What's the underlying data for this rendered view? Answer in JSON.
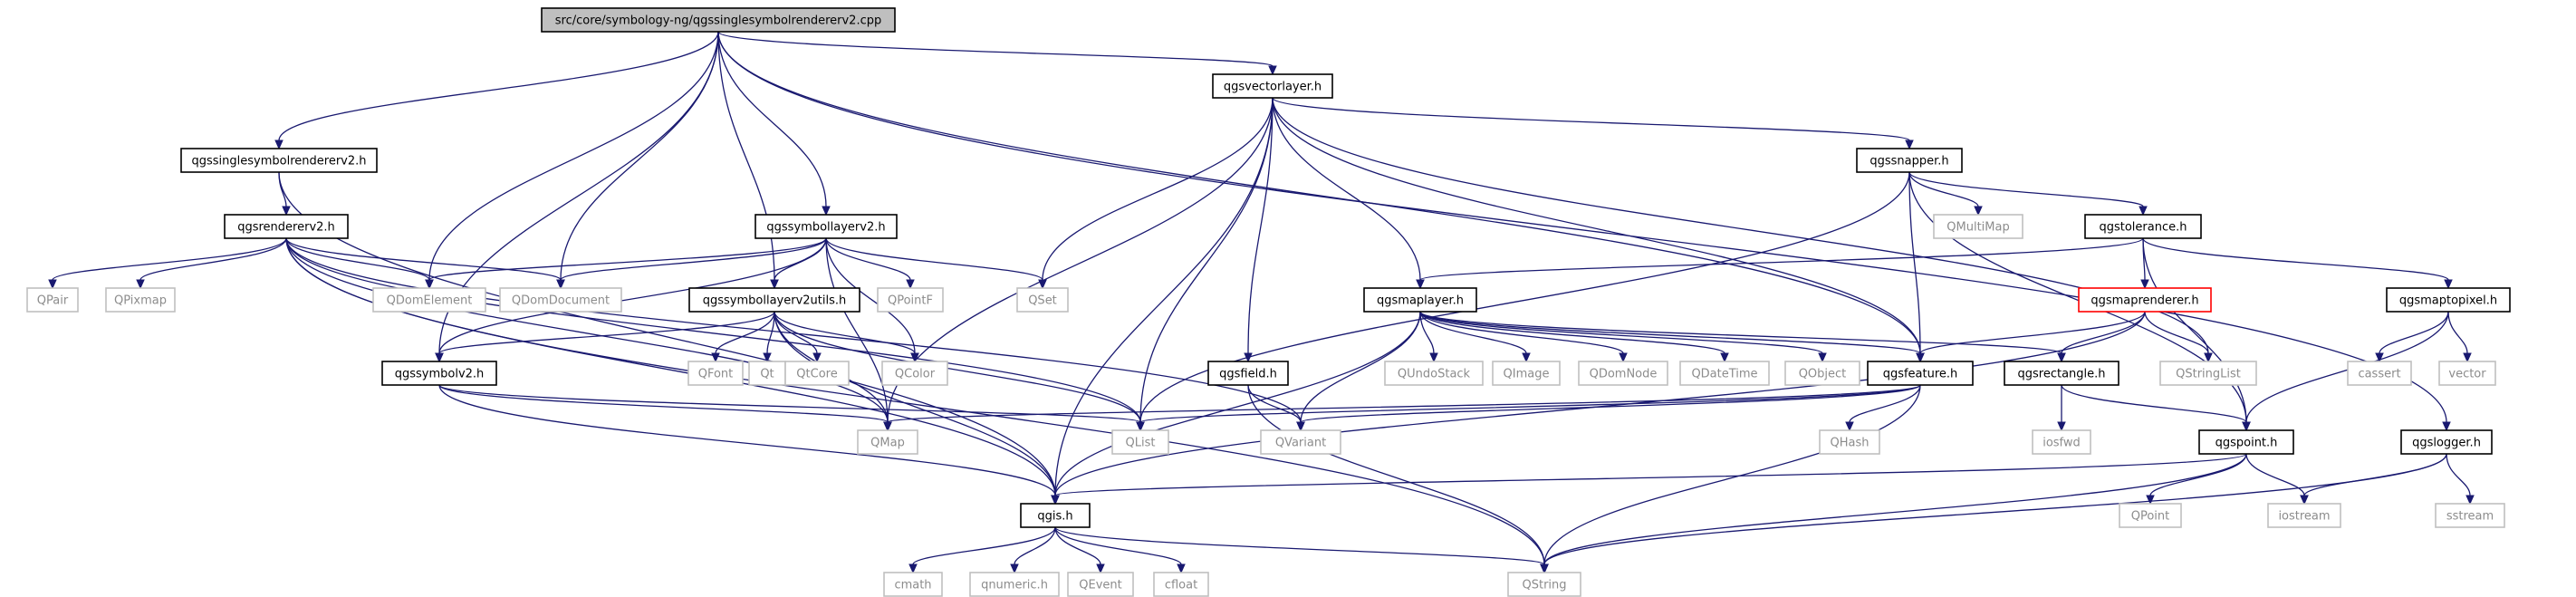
{
  "diagram": {
    "nodes": [
      {
        "id": "root",
        "label": "src/core/symbology-ng/qgssinglesymbolrendererv2.cpp",
        "kind": "root"
      },
      {
        "id": "qgssinglesymbolrendererv2",
        "label": "qgssinglesymbolrendererv2.h",
        "kind": "project"
      },
      {
        "id": "qgsrendererv2",
        "label": "qgsrendererv2.h",
        "kind": "project"
      },
      {
        "id": "qgssymbollayerv2",
        "label": "qgssymbollayerv2.h",
        "kind": "project"
      },
      {
        "id": "qgssymbollayerv2utils",
        "label": "qgssymbollayerv2utils.h",
        "kind": "project"
      },
      {
        "id": "qgssymbolv2",
        "label": "qgssymbolv2.h",
        "kind": "project"
      },
      {
        "id": "qgsvectorlayer",
        "label": "qgsvectorlayer.h",
        "kind": "project"
      },
      {
        "id": "qgssnapper",
        "label": "qgssnapper.h",
        "kind": "project"
      },
      {
        "id": "qgsmaplayer",
        "label": "qgsmaplayer.h",
        "kind": "project"
      },
      {
        "id": "qgsfield",
        "label": "qgsfield.h",
        "kind": "project"
      },
      {
        "id": "qgstolerance",
        "label": "qgstolerance.h",
        "kind": "project"
      },
      {
        "id": "qgsmaprenderer",
        "label": "qgsmaprenderer.h",
        "kind": "special"
      },
      {
        "id": "qgsmaptopixel",
        "label": "qgsmaptopixel.h",
        "kind": "project"
      },
      {
        "id": "qgsfeature",
        "label": "qgsfeature.h",
        "kind": "project"
      },
      {
        "id": "qgsrectangle",
        "label": "qgsrectangle.h",
        "kind": "project"
      },
      {
        "id": "qgspoint",
        "label": "qgspoint.h",
        "kind": "project"
      },
      {
        "id": "qgslogger",
        "label": "qgslogger.h",
        "kind": "project"
      },
      {
        "id": "qgis",
        "label": "qgis.h",
        "kind": "project"
      },
      {
        "id": "QPair",
        "label": "QPair",
        "kind": "external"
      },
      {
        "id": "QPixmap",
        "label": "QPixmap",
        "kind": "external"
      },
      {
        "id": "QDomElement",
        "label": "QDomElement",
        "kind": "external"
      },
      {
        "id": "QDomDocument",
        "label": "QDomDocument",
        "kind": "external"
      },
      {
        "id": "QPointF",
        "label": "QPointF",
        "kind": "external"
      },
      {
        "id": "QSet",
        "label": "QSet",
        "kind": "external"
      },
      {
        "id": "QFont",
        "label": "QFont",
        "kind": "external"
      },
      {
        "id": "Qt",
        "label": "Qt",
        "kind": "external"
      },
      {
        "id": "QtCore",
        "label": "QtCore",
        "kind": "external"
      },
      {
        "id": "QColor",
        "label": "QColor",
        "kind": "external"
      },
      {
        "id": "QMap",
        "label": "QMap",
        "kind": "external"
      },
      {
        "id": "QList",
        "label": "QList",
        "kind": "external"
      },
      {
        "id": "QVariant",
        "label": "QVariant",
        "kind": "external"
      },
      {
        "id": "QMultiMap",
        "label": "QMultiMap",
        "kind": "external"
      },
      {
        "id": "QUndoStack",
        "label": "QUndoStack",
        "kind": "external"
      },
      {
        "id": "QImage",
        "label": "QImage",
        "kind": "external"
      },
      {
        "id": "QDomNode",
        "label": "QDomNode",
        "kind": "external"
      },
      {
        "id": "QDateTime",
        "label": "QDateTime",
        "kind": "external"
      },
      {
        "id": "QObject",
        "label": "QObject",
        "kind": "external"
      },
      {
        "id": "QStringList",
        "label": "QStringList",
        "kind": "external"
      },
      {
        "id": "cassert",
        "label": "cassert",
        "kind": "external"
      },
      {
        "id": "vector",
        "label": "vector",
        "kind": "external"
      },
      {
        "id": "QHash",
        "label": "QHash",
        "kind": "external"
      },
      {
        "id": "iosfwd",
        "label": "iosfwd",
        "kind": "external"
      },
      {
        "id": "QPoint",
        "label": "QPoint",
        "kind": "external"
      },
      {
        "id": "iostream",
        "label": "iostream",
        "kind": "external"
      },
      {
        "id": "sstream",
        "label": "sstream",
        "kind": "external"
      },
      {
        "id": "cmath",
        "label": "cmath",
        "kind": "external"
      },
      {
        "id": "qnumeric",
        "label": "qnumeric.h",
        "kind": "external"
      },
      {
        "id": "QEvent",
        "label": "QEvent",
        "kind": "external"
      },
      {
        "id": "cfloat",
        "label": "cfloat",
        "kind": "external"
      },
      {
        "id": "QString",
        "label": "QString",
        "kind": "external"
      }
    ],
    "edges": [
      [
        "root",
        "qgssinglesymbolrendererv2"
      ],
      [
        "root",
        "QDomElement"
      ],
      [
        "root",
        "QDomDocument"
      ],
      [
        "root",
        "qgssymbollayerv2"
      ],
      [
        "root",
        "qgssymbollayerv2utils"
      ],
      [
        "root",
        "qgssymbolv2"
      ],
      [
        "root",
        "qgsvectorlayer"
      ],
      [
        "root",
        "qgsfeature"
      ],
      [
        "root",
        "qgslogger"
      ],
      [
        "qgssinglesymbolrendererv2",
        "qgsrendererv2"
      ],
      [
        "qgssinglesymbolrendererv2",
        "qgis"
      ],
      [
        "qgsrendererv2",
        "QPair"
      ],
      [
        "qgsrendererv2",
        "QPixmap"
      ],
      [
        "qgsrendererv2",
        "QDomElement"
      ],
      [
        "qgsrendererv2",
        "QDomDocument"
      ],
      [
        "qgsrendererv2",
        "QMap"
      ],
      [
        "qgsrendererv2",
        "QList"
      ],
      [
        "qgsrendererv2",
        "QVariant"
      ],
      [
        "qgsrendererv2",
        "qgis"
      ],
      [
        "qgsrendererv2",
        "QString"
      ],
      [
        "qgssymbollayerv2",
        "QDomElement"
      ],
      [
        "qgssymbollayerv2",
        "QDomDocument"
      ],
      [
        "qgssymbollayerv2",
        "qgssymbollayerv2utils"
      ],
      [
        "qgssymbollayerv2",
        "qgssymbolv2"
      ],
      [
        "qgssymbollayerv2",
        "QPointF"
      ],
      [
        "qgssymbollayerv2",
        "QSet"
      ],
      [
        "qgssymbollayerv2",
        "QColor"
      ],
      [
        "qgssymbollayerv2",
        "QMap"
      ],
      [
        "qgssymbollayerv2utils",
        "qgssymbolv2"
      ],
      [
        "qgssymbollayerv2utils",
        "QFont"
      ],
      [
        "qgssymbollayerv2utils",
        "Qt"
      ],
      [
        "qgssymbollayerv2utils",
        "QtCore"
      ],
      [
        "qgssymbollayerv2utils",
        "QColor"
      ],
      [
        "qgssymbollayerv2utils",
        "QMap"
      ],
      [
        "qgssymbollayerv2utils",
        "qgis"
      ],
      [
        "qgssymbollayerv2utils",
        "QList"
      ],
      [
        "qgssymbolv2",
        "QMap"
      ],
      [
        "qgssymbolv2",
        "QList"
      ],
      [
        "qgssymbolv2",
        "qgis"
      ],
      [
        "qgsvectorlayer",
        "QSet"
      ],
      [
        "qgsvectorlayer",
        "QMap"
      ],
      [
        "qgsvectorlayer",
        "qgis"
      ],
      [
        "qgsvectorlayer",
        "QList"
      ],
      [
        "qgsvectorlayer",
        "qgsfield"
      ],
      [
        "qgsvectorlayer",
        "qgsmaplayer"
      ],
      [
        "qgsvectorlayer",
        "qgssnapper"
      ],
      [
        "qgsvectorlayer",
        "qgsfeature"
      ],
      [
        "qgsvectorlayer",
        "QStringList"
      ],
      [
        "qgssnapper",
        "QList"
      ],
      [
        "qgssnapper",
        "QMultiMap"
      ],
      [
        "qgssnapper",
        "qgstolerance"
      ],
      [
        "qgssnapper",
        "qgspoint"
      ],
      [
        "qgssnapper",
        "qgsfeature"
      ],
      [
        "qgstolerance",
        "qgsmaplayer"
      ],
      [
        "qgstolerance",
        "qgsmaprenderer"
      ],
      [
        "qgstolerance",
        "qgsmaptopixel"
      ],
      [
        "qgstolerance",
        "qgspoint"
      ],
      [
        "qgsmaplayer",
        "QUndoStack"
      ],
      [
        "qgsmaplayer",
        "QImage"
      ],
      [
        "qgsmaplayer",
        "QDomNode"
      ],
      [
        "qgsmaplayer",
        "QDateTime"
      ],
      [
        "qgsmaplayer",
        "QObject"
      ],
      [
        "qgsmaplayer",
        "qgsrectangle"
      ],
      [
        "qgsmaplayer",
        "qgsfeature"
      ],
      [
        "qgsmaplayer",
        "QVariant"
      ],
      [
        "qgsmaplayer",
        "qgis"
      ],
      [
        "qgsfield",
        "QVariant"
      ],
      [
        "qgsfield",
        "QString"
      ],
      [
        "qgsmaprenderer",
        "qgsfeature"
      ],
      [
        "qgsmaprenderer",
        "qgsrectangle"
      ],
      [
        "qgsmaprenderer",
        "QStringList"
      ],
      [
        "qgsmaprenderer",
        "qgis"
      ],
      [
        "qgsmaptopixel",
        "cassert"
      ],
      [
        "qgsmaptopixel",
        "vector"
      ],
      [
        "qgsmaptopixel",
        "qgspoint"
      ],
      [
        "qgsfeature",
        "QMap"
      ],
      [
        "qgsfeature",
        "QList"
      ],
      [
        "qgsfeature",
        "QVariant"
      ],
      [
        "qgsfeature",
        "QHash"
      ],
      [
        "qgsfeature",
        "QString"
      ],
      [
        "qgsrectangle",
        "iosfwd"
      ],
      [
        "qgsrectangle",
        "qgspoint"
      ],
      [
        "qgspoint",
        "QPoint"
      ],
      [
        "qgspoint",
        "iostream"
      ],
      [
        "qgspoint",
        "QString"
      ],
      [
        "qgspoint",
        "qgis"
      ],
      [
        "qgslogger",
        "iostream"
      ],
      [
        "qgslogger",
        "sstream"
      ],
      [
        "qgslogger",
        "QString"
      ],
      [
        "qgis",
        "cmath"
      ],
      [
        "qgis",
        "qnumeric"
      ],
      [
        "qgis",
        "QEvent"
      ],
      [
        "qgis",
        "cfloat"
      ],
      [
        "qgis",
        "QString"
      ]
    ]
  }
}
